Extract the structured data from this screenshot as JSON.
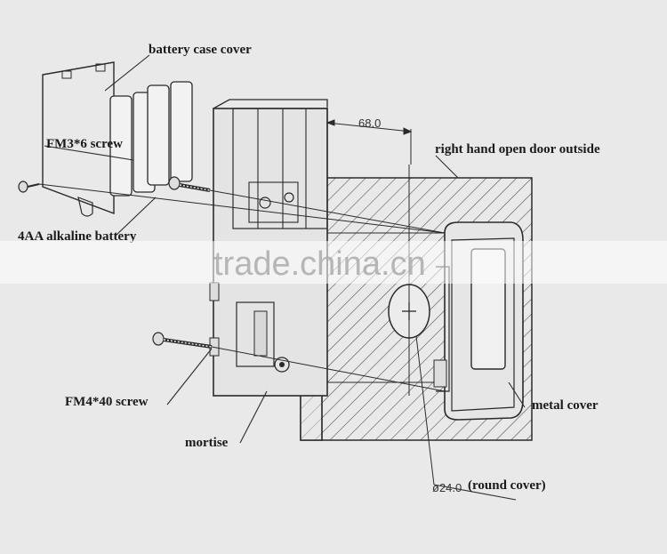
{
  "labels": {
    "battery_case_cover": "battery case cover",
    "fm36_screw": "FM3*6 screw",
    "battery": "4AA alkaline battery",
    "right_hand": "right hand open door outside",
    "fm440_screw": "FM4*40 screw",
    "metal_cover": "metal cover",
    "mortise": "mortise",
    "round_cover": "(round cover)"
  },
  "dimensions": {
    "width_68": "68.0",
    "dia_24": "ø24.0"
  },
  "watermark": "trade.china.cn",
  "colors": {
    "line": "#2a2a2a",
    "background": "#e9e9e9"
  }
}
